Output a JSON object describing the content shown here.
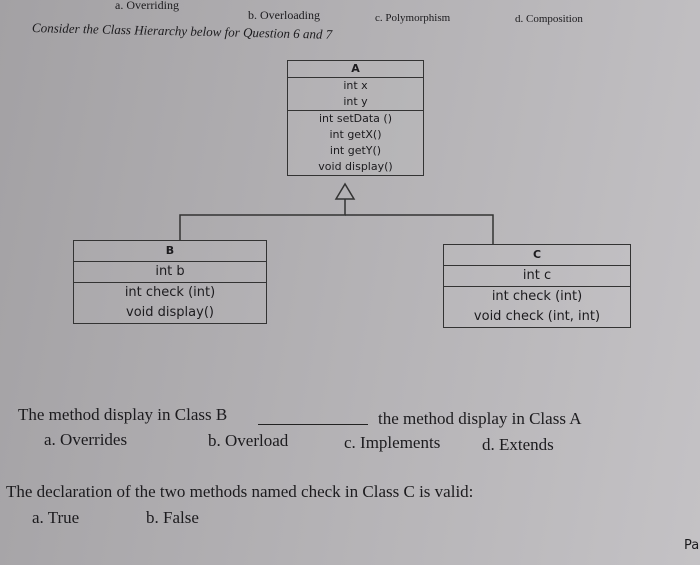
{
  "prev_question_options": [
    "a.   Overriding",
    "b. Overloading",
    "c. Polymorphism",
    "d. Composition"
  ],
  "intro": "Consider the Class Hierarchy below for Question 6 and 7",
  "diagram": {
    "class_a": {
      "name": "A",
      "fields": [
        "int x",
        "int y"
      ],
      "methods": [
        "int setData ()",
        "int getX()",
        "int getY()",
        "void display()"
      ]
    },
    "class_b": {
      "name": "B",
      "fields": [
        "int b"
      ],
      "methods": [
        "int check (int)",
        "void display()"
      ]
    },
    "class_c": {
      "name": "C",
      "fields": [
        "int c"
      ],
      "methods": [
        "int check (int)",
        "void check (int, int)"
      ]
    }
  },
  "q6": {
    "text_before": "The method display in Class B",
    "text_after": "the method display in Class A",
    "options": [
      "a.   Overrides",
      "b.  Overload",
      "c. Implements",
      "d. Extends"
    ]
  },
  "q7": {
    "text": "The declaration of the two methods named check in Class C is valid:",
    "options": [
      "a.   True",
      "b. False"
    ]
  },
  "page_label": "Pa"
}
